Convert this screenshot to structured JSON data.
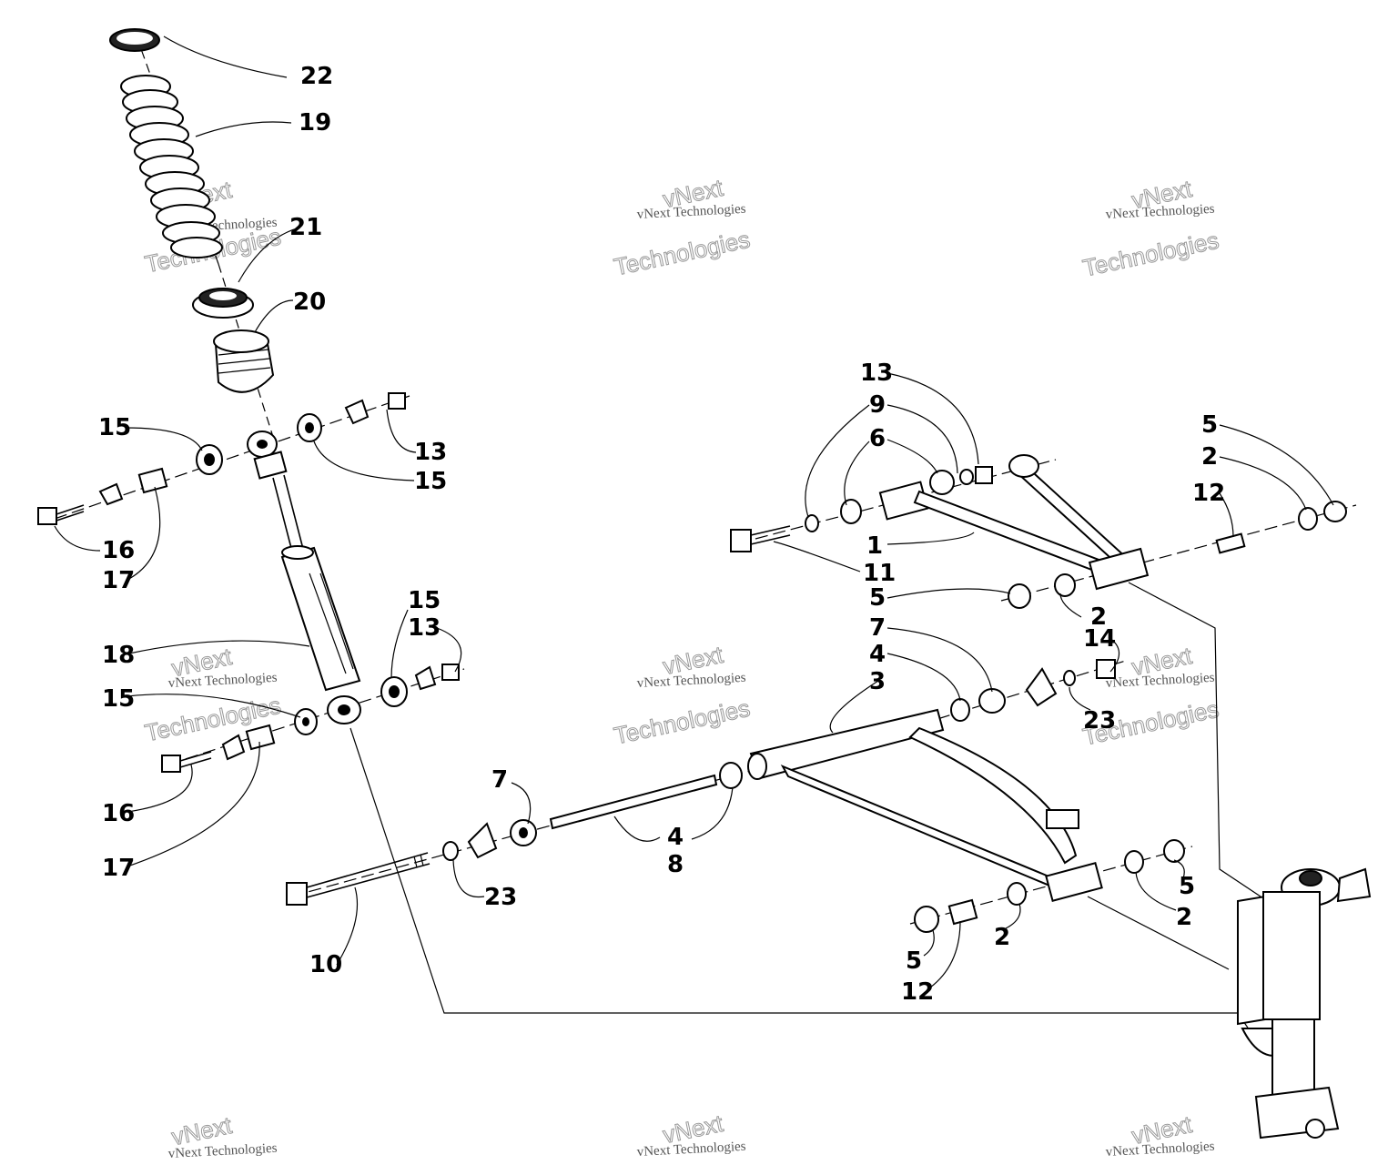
{
  "callouts": [
    {
      "id": "c22",
      "label": "22"
    },
    {
      "id": "c19",
      "label": "19"
    },
    {
      "id": "c21",
      "label": "21"
    },
    {
      "id": "c20",
      "label": "20"
    },
    {
      "id": "c15a",
      "label": "15"
    },
    {
      "id": "c13a",
      "label": "13"
    },
    {
      "id": "c15b",
      "label": "15"
    },
    {
      "id": "c16a",
      "label": "16"
    },
    {
      "id": "c17a",
      "label": "17"
    },
    {
      "id": "c18",
      "label": "18"
    },
    {
      "id": "c15c",
      "label": "15"
    },
    {
      "id": "c13b",
      "label": "13"
    },
    {
      "id": "c15d",
      "label": "15"
    },
    {
      "id": "c16b",
      "label": "16"
    },
    {
      "id": "c17b",
      "label": "17"
    },
    {
      "id": "c10",
      "label": "10"
    },
    {
      "id": "c23a",
      "label": "23"
    },
    {
      "id": "c7a",
      "label": "7"
    },
    {
      "id": "c4a",
      "label": "4"
    },
    {
      "id": "c8",
      "label": "8"
    },
    {
      "id": "c13c",
      "label": "13"
    },
    {
      "id": "c9",
      "label": "9"
    },
    {
      "id": "c6",
      "label": "6"
    },
    {
      "id": "c1",
      "label": "1"
    },
    {
      "id": "c11",
      "label": "11"
    },
    {
      "id": "c5a",
      "label": "5"
    },
    {
      "id": "c2a",
      "label": "2"
    },
    {
      "id": "c12a",
      "label": "12"
    },
    {
      "id": "c5b",
      "label": "5"
    },
    {
      "id": "c2b",
      "label": "2"
    },
    {
      "id": "c14",
      "label": "14"
    },
    {
      "id": "c7b",
      "label": "7"
    },
    {
      "id": "c4b",
      "label": "4"
    },
    {
      "id": "c3",
      "label": "3"
    },
    {
      "id": "c23b",
      "label": "23"
    },
    {
      "id": "c5c",
      "label": "5"
    },
    {
      "id": "c2c",
      "label": "2"
    },
    {
      "id": "c2d",
      "label": "2"
    },
    {
      "id": "c5d",
      "label": "5"
    },
    {
      "id": "c12b",
      "label": "12"
    }
  ],
  "watermark": {
    "line1": "vNext Technologies",
    "line2": "vNext",
    "line3": "Technologies"
  }
}
